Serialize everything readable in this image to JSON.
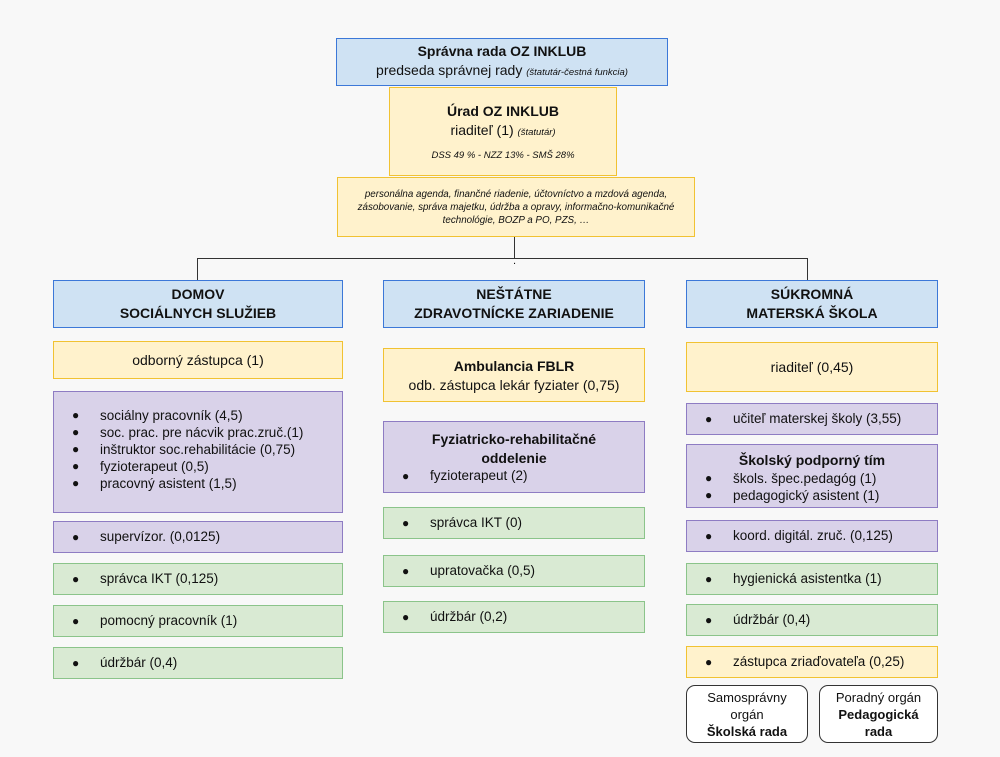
{
  "top": {
    "title": "Správna rada OZ INKLUB",
    "subtitle": "predseda správnej rady",
    "subtitle_note": "(štatutár-čestná funkcia)"
  },
  "office": {
    "title": "Úrad OZ INKLUB",
    "director": "riaditeľ (1)",
    "director_note": "(štatutár)",
    "ratio": "DSS 49 % - NZZ 13% - SMŠ 28%",
    "duties": "personálna agenda, finančné riadenie, účtovníctvo a mzdová agenda, zásobovanie, správa majetku, údržba a opravy, informačno-komunikačné technológie, BOZP a PO, PZS, …"
  },
  "dot": ".",
  "bullet": "●",
  "col1": {
    "header_l1": "DOMOV",
    "header_l2": "SOCIÁLNYCH SLUŽIEB",
    "deputy": "odborný zástupca (1)",
    "list": [
      "sociálny pracovník (4,5)",
      "soc. prac. pre nácvik prac.zruč.(1)",
      "inštruktor soc.rehabilitácie (0,75)",
      "fyzioterapeut (0,5)",
      "pracovný asistent (1,5)"
    ],
    "supervisor": "supervízor. (0,0125)",
    "ikt": "správca IKT (0,125)",
    "helper": "pomocný pracovník (1)",
    "maint": "údržbár (0,4)"
  },
  "col2": {
    "header_l1": "NEŠTÁTNE",
    "header_l2": "ZDRAVOTNÍCKE ZARIADENIE",
    "amb_title": "Ambulancia FBLR",
    "amb_sub": "odb. zástupca lekár fyziater (0,75)",
    "dept_l1": "Fyziatricko-rehabilitačné",
    "dept_l2": "oddelenie",
    "dept_item": "fyzioterapeut (2)",
    "ikt": "správca IKT (0)",
    "cleaner": "upratovačka (0,5)",
    "maint": "údržbár (0,2)"
  },
  "col3": {
    "header_l1": "SÚKROMNÁ",
    "header_l2": "MATERSKÁ ŠKOLA",
    "director": "riaditeľ (0,45)",
    "teacher": "učiteľ materskej školy (3,55)",
    "team_title": "Školský podporný tím",
    "team_items": [
      "škols. špec.pedagóg (1)",
      "pedagogický asistent (1)"
    ],
    "digital": "koord. digitál. zruč. (0,125)",
    "hygiene": "hygienická asistentka (1)",
    "maint": "údržbár (0,4)",
    "founder": "zástupca zriaďovateľa (0,25)",
    "council1_l1": "Samosprávny",
    "council1_l2": "orgán",
    "council1_l3": "Školská rada",
    "council2_l1": "Poradný orgán",
    "council2_l2": "Pedagogická",
    "council2_l3": "rada"
  }
}
